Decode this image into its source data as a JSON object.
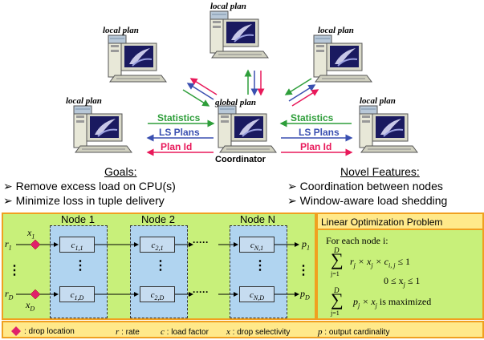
{
  "top": {
    "local_plan_label": "local plan",
    "global_plan_label": "global plan",
    "coordinator_label": "Coordinator",
    "statistics_label": "Statistics",
    "ls_plans_label": "LS Plans",
    "plan_id_label": "Plan Id"
  },
  "goals": {
    "title": "Goals:",
    "items": [
      "Remove excess load on CPU(s)",
      "Minimize loss in tuple delivery"
    ]
  },
  "features": {
    "title": "Novel Features:",
    "items": [
      "Coordination between nodes",
      "Window-aware load shedding"
    ]
  },
  "diagram": {
    "node_titles": [
      "Node 1",
      "Node 2",
      "Node N"
    ],
    "inputs": {
      "x1": "x",
      "x1_sub": "1",
      "r1": "r",
      "r1_sub": "1",
      "rD": "r",
      "rD_sub": "D",
      "xD": "x",
      "xD_sub": "D"
    },
    "cells_top": [
      "c",
      "c",
      "c"
    ],
    "cells_top_sub": [
      "1,1",
      "2,1",
      "N,1"
    ],
    "cells_bottom": [
      "c",
      "c",
      "c"
    ],
    "cells_bottom_sub": [
      "1,D",
      "2,D",
      "N,D"
    ],
    "outputs": {
      "p1": "p",
      "p1_sub": "1",
      "pD": "p",
      "pD_sub": "D"
    },
    "ellipsis": "·····",
    "vdots": "⋮"
  },
  "optimization": {
    "title": "Linear Optimization Problem",
    "for_each": "For each node i:",
    "c1": "≤ 1",
    "c2": "0 ≤ x",
    "c2b": "≤ 1",
    "c3": "is maximized"
  },
  "legend": {
    "drop_location": ": drop location",
    "rate": ": rate",
    "load_factor": ": load factor",
    "drop_selectivity": ": drop selectivity",
    "output_cardinality": ": output cardinality",
    "r_sym": "r",
    "c_sym": "c",
    "x_sym": "x",
    "p_sym": "p"
  },
  "colors": {
    "green_bg": "#c8f07a",
    "yellow_bg": "#ffe98a",
    "node_fill": "#b0d4f0",
    "statistics": "#2e9e3a",
    "ls_plans": "#3a4fb0",
    "plan_id": "#e8195a",
    "orange_border": "#f0a020",
    "diamond": "#e0206a"
  }
}
